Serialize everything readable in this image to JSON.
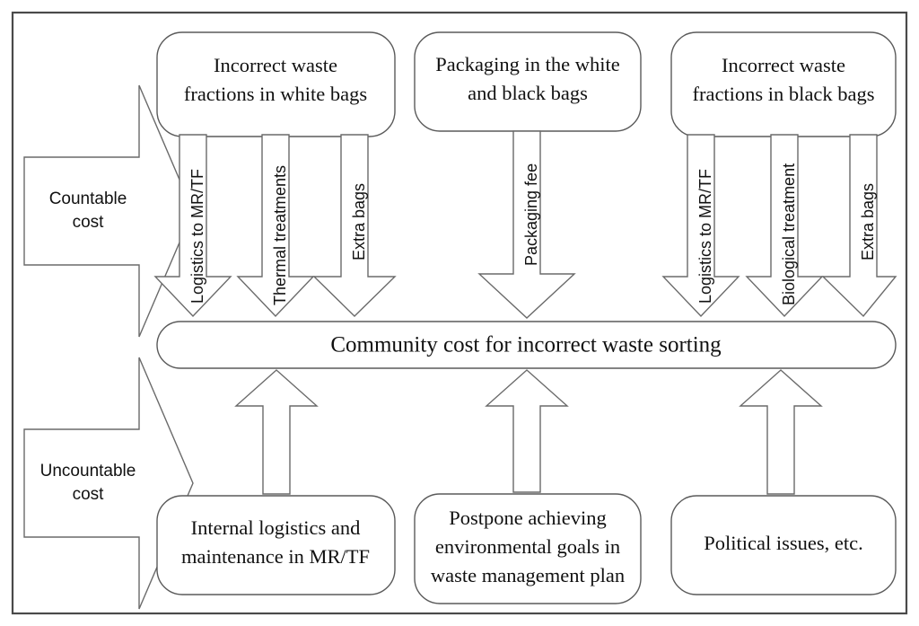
{
  "diagram": {
    "title": "Community cost for incorrect waste sorting",
    "colors": {
      "frame_stroke": "#4a4a4a",
      "shape_stroke": "#6a6a6a",
      "background": "#ffffff",
      "text": "#111111"
    },
    "side_arrows": [
      {
        "id": "countable",
        "label_line1": "Countable",
        "label_line2": "cost"
      },
      {
        "id": "uncountable",
        "label_line1": "Uncountable",
        "label_line2": "cost"
      }
    ],
    "top_boxes": [
      {
        "id": "white-bags",
        "line1": "Incorrect waste",
        "line2": "fractions in white bags"
      },
      {
        "id": "packaging",
        "line1": "Packaging in the white",
        "line2": "and black bags"
      },
      {
        "id": "black-bags",
        "line1": "Incorrect waste",
        "line2": "fractions in black bags"
      }
    ],
    "down_arrow_labels": [
      {
        "id": "logistics-white",
        "label": "Logistics to MR/TF"
      },
      {
        "id": "thermal",
        "label": "Thermal treatments"
      },
      {
        "id": "extra-bags-white",
        "label": "Extra bags"
      },
      {
        "id": "packaging-fee",
        "label": "Packaging fee"
      },
      {
        "id": "logistics-black",
        "label": "Logistics to MR/TF"
      },
      {
        "id": "biological",
        "label": "Biological treatment"
      },
      {
        "id": "extra-bags-black",
        "label": "Extra bags"
      }
    ],
    "center_bar": {
      "id": "community-cost",
      "label": "Community cost for incorrect waste sorting"
    },
    "bottom_boxes": [
      {
        "id": "internal-logistics",
        "line1": "Internal logistics and",
        "line2": "maintenance in MR/TF",
        "line3": ""
      },
      {
        "id": "postpone-goals",
        "line1": "Postpone achieving",
        "line2": "environmental goals in",
        "line3": "waste management plan"
      },
      {
        "id": "political",
        "line1": "Political issues, etc.",
        "line2": "",
        "line3": ""
      }
    ]
  }
}
